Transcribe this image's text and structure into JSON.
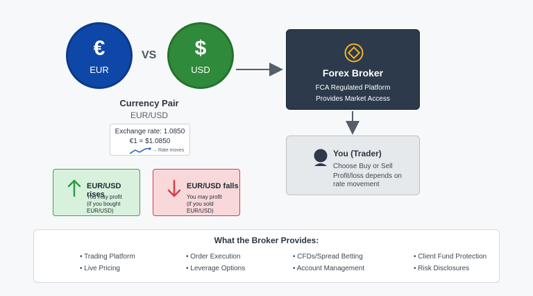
{
  "eur": {
    "symbol": "€",
    "code": "EUR"
  },
  "usd": {
    "symbol": "$",
    "code": "USD"
  },
  "vs": "VS",
  "pair": {
    "title": "Currency Pair",
    "subtitle": "EUR/USD"
  },
  "rate": {
    "line": "Exchange rate: 1.0850",
    "equation": "€1 = $1.0850",
    "moves_label": "→ Rate moves"
  },
  "rise": {
    "title": "EUR/USD rises",
    "lines": [
      "You may profit",
      "(if you bought",
      "EUR/USD)"
    ]
  },
  "fall": {
    "title": "EUR/USD falls",
    "lines": [
      "You may profit",
      "(if you sold",
      "EUR/USD)"
    ]
  },
  "broker": {
    "title": "Forex Broker",
    "line1": "FCA Regulated Platform",
    "line2": "Provides Market Access"
  },
  "trader": {
    "title": "You (Trader)",
    "line1": "Choose Buy or Sell",
    "line2": "Profit/loss depends on",
    "line3": "rate movement"
  },
  "provides": {
    "title": "What the Broker Provides:",
    "items": [
      "• Trading Platform",
      "• Order Execution",
      "• CFDs/Spread Betting",
      "• Client Fund Protection",
      "• Live Pricing",
      "• Leverage Options",
      "• Account Management",
      "• Risk Disclosures"
    ]
  },
  "colors": {
    "eur": "#0f47a8",
    "usd": "#2f8a3b",
    "broker": "#2c3a4b",
    "accent": "#f0b429",
    "rise": "#3aa34e",
    "fall": "#d33d48",
    "trader_bg": "#e6e9ec"
  },
  "icons": {
    "broker": "diamond-coin-icon",
    "trader": "user-avatar-icon",
    "rise": "arrow-up-icon",
    "fall": "arrow-down-icon",
    "trend": "trend-line-icon"
  }
}
